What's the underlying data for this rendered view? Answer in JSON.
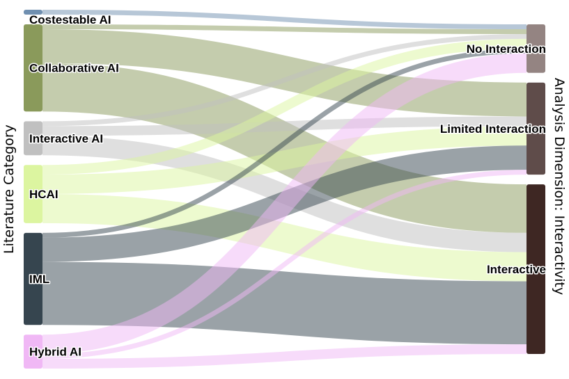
{
  "chart_data": {
    "type": "sankey",
    "left_axis_title": "Literature Category",
    "right_axis_title": "Analysis Dimension: Interactivity",
    "sources": [
      {
        "name": "Costestable AI",
        "color": "#6f8fb0"
      },
      {
        "name": "Collaborative AI",
        "color": "#8a9a5b"
      },
      {
        "name": "Interactive AI",
        "color": "#c0c0c0"
      },
      {
        "name": "HCAI",
        "color": "#dcf5a0"
      },
      {
        "name": "IML",
        "color": "#36454f"
      },
      {
        "name": "Hybrid AI",
        "color": "#f0b8f5"
      }
    ],
    "targets": [
      {
        "name": "No Interaction",
        "color": "#948482"
      },
      {
        "name": "Limited Interaction",
        "color": "#5f4c4a"
      },
      {
        "name": "Interactive",
        "color": "#3e2723"
      }
    ],
    "links": [
      {
        "source": "Costestable AI",
        "target": "No Interaction",
        "value": 1
      },
      {
        "source": "Collaborative AI",
        "target": "No Interaction",
        "value": 1
      },
      {
        "source": "Collaborative AI",
        "target": "Limited Interaction",
        "value": 7
      },
      {
        "source": "Collaborative AI",
        "target": "Interactive",
        "value": 10
      },
      {
        "source": "Interactive AI",
        "target": "No Interaction",
        "value": 1
      },
      {
        "source": "Interactive AI",
        "target": "Limited Interaction",
        "value": 2
      },
      {
        "source": "Interactive AI",
        "target": "Interactive",
        "value": 4
      },
      {
        "source": "HCAI",
        "target": "No Interaction",
        "value": 2
      },
      {
        "source": "HCAI",
        "target": "Limited Interaction",
        "value": 4
      },
      {
        "source": "HCAI",
        "target": "Interactive",
        "value": 6
      },
      {
        "source": "IML",
        "target": "No Interaction",
        "value": 1
      },
      {
        "source": "IML",
        "target": "Limited Interaction",
        "value": 5
      },
      {
        "source": "IML",
        "target": "Interactive",
        "value": 13
      },
      {
        "source": "Hybrid AI",
        "target": "No Interaction",
        "value": 4
      },
      {
        "source": "Hybrid AI",
        "target": "Limited Interaction",
        "value": 1
      },
      {
        "source": "Hybrid AI",
        "target": "Interactive",
        "value": 2
      }
    ]
  }
}
